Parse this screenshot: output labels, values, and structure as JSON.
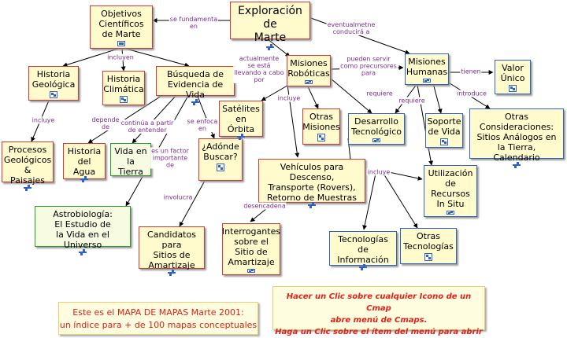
{
  "colors": {
    "line": "#000000",
    "link_text": "#7b2d8e",
    "border_red": "#d33a3a",
    "border_blue": "#2d63c9",
    "border_green": "#2f9a2f",
    "note_text": "#e0201a"
  },
  "nodes": {
    "exploracion": "Exploración de\nMarte",
    "objetivos": "Objetivos\nCientíficos\nde Marte",
    "historia_geologica": "Historia\nGeológica",
    "historia_climatica": "Historia\nClimática",
    "busqueda": "Búsqueda de\nEvidencia de Vida",
    "procesos": "Procesos\nGeológicos &\nPaisajes",
    "historia_agua": "Historia\ndel Agua",
    "vida_tierra": "Vida en\nla Tierra",
    "adonde": "¿Adónde\nBuscar?",
    "satelites": "Satélites\nen Órbita",
    "otras_misiones": "Otras\nMisiones",
    "misiones_roboticas": "Misiones\nRobóticas",
    "misiones_humanas": "Misiones\nHumanas",
    "valor_unico": "Valor\nÚnico",
    "desarrollo": "Desarrollo\nTecnológico",
    "soporte": "Soporte\nde Vida",
    "otras_consideraciones": "Otras Consideraciones:\nSitios Análogos en\nla Tierra,\nCalendario",
    "vehiculos": "Vehículos para Descenso,\nTransporte (Rovers),\nRetorno de Muestras",
    "utilizacion": "Utilización\nde\nRecursos\nIn Situ",
    "astrobiologia": "Astrobiología:\nEl Estudio de\nla Vida en el Universo",
    "candidatos": "Candidatos para\nSitios de\nAmartizaje",
    "interrogantes": "Interrogantes\nsobre el\nSitio de\nAmartizaje",
    "tec_info": "Tecnologías\nde Información",
    "otras_tec": "Otras\nTecnologías"
  },
  "links": {
    "se_fundamenta": "se fundamenta\nen",
    "eventualmente": "eventualmetne\nconducirá a",
    "incluyen": "incluyen",
    "actualmente": "actualmente\nse está\nllevando a cabo\npor",
    "pueden_servir": "pueden servir\ncomo precursores\npara",
    "tienen": "tienen",
    "incluye_geo": "incluye",
    "depende": "depende\nde",
    "continua": "continúa a partir\nde entender",
    "enfoca": "se enfoca\nen",
    "incluye_rob": "incluye",
    "requiere_1": "requiere",
    "requiere_2": "requiere",
    "introduce": "introduce",
    "factor": "es un factor\nimportante\nde",
    "involucra": "involucra",
    "desencadena": "desencadena",
    "incluye_des": "incluye"
  },
  "notes": {
    "left": "Este es el  MAPA DE MAPAS Marte 2001:\nun índice para + de 100 mapas conceptuales",
    "right": "Hacer un Clic sobre cualquier Icono de un Cmap\nabre menú de Cmaps.\nHaga un Clic sobre el ítem del menú para abrir"
  }
}
